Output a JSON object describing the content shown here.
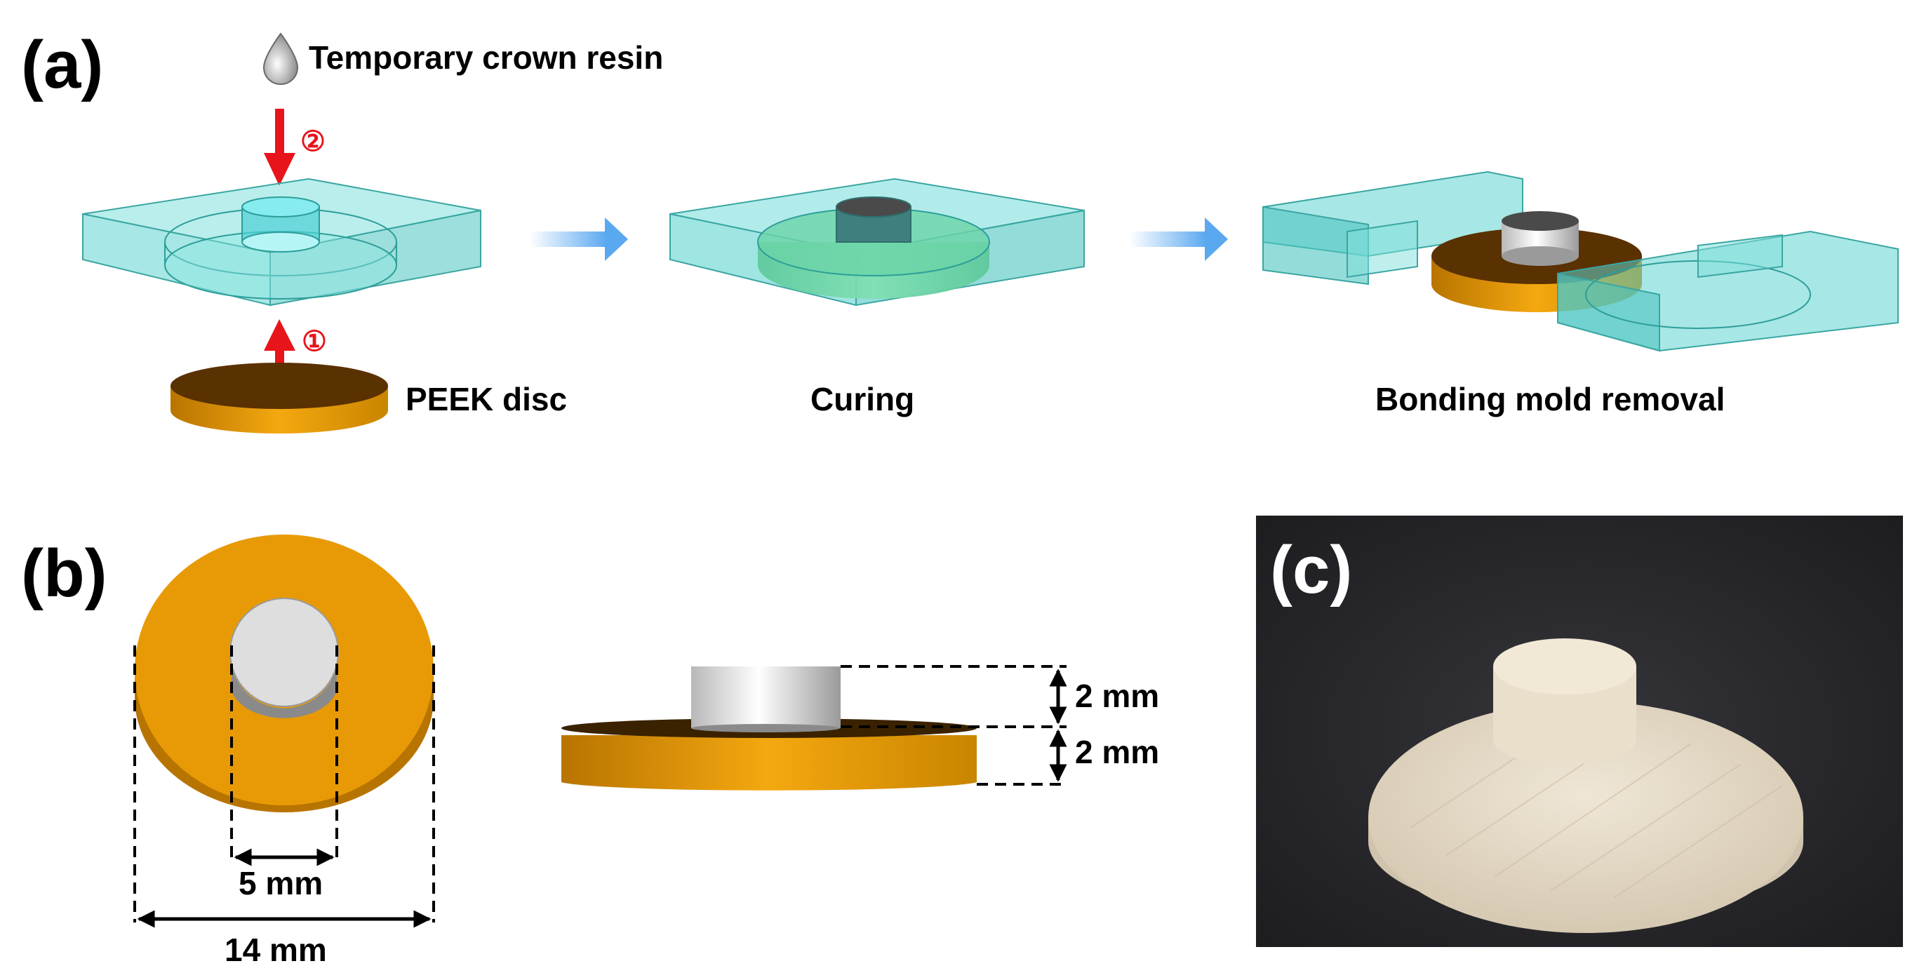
{
  "panels": {
    "a": "(a)",
    "b": "(b)",
    "c": "(c)"
  },
  "labels": {
    "resin": "Temporary crown resin",
    "step1": "①",
    "step2": "②",
    "peek": "PEEK disc",
    "curing": "Curing",
    "removal": "Bonding mold removal"
  },
  "dimensions": {
    "inner_diameter": "5 mm",
    "outer_diameter": "14 mm",
    "crown_height": "2 mm",
    "disc_height": "2 mm"
  },
  "colors": {
    "mold": "#5fd3cf",
    "peek": "#e89a06",
    "crown": "#d8d8d8",
    "arrow_red": "#e8141b",
    "flow_arrow": "#5aa8f0",
    "photo_bg": "#2a2a2e",
    "specimen": "#e6dccb"
  }
}
